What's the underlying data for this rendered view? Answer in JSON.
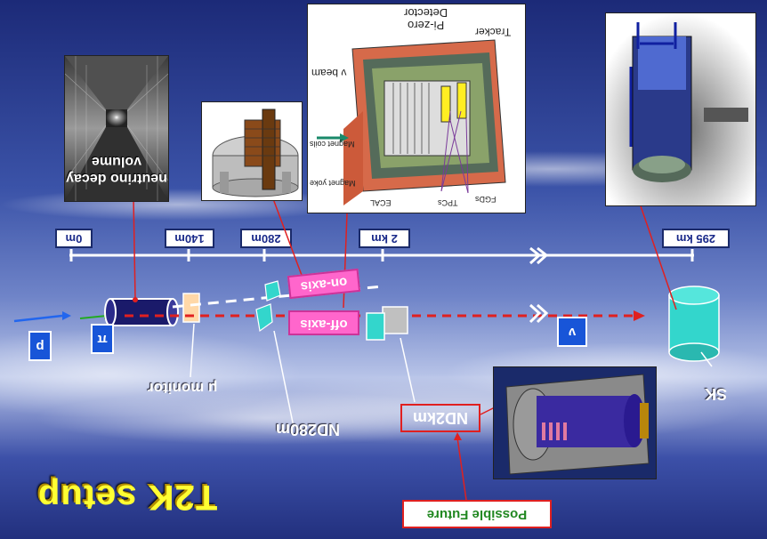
{
  "title": "T2K setup",
  "distances": [
    "0m",
    "140m",
    "280m",
    "2 km",
    "295 km"
  ],
  "beam_labels": {
    "proton": "p",
    "pion": "π",
    "neutrino": "ν"
  },
  "pink_labels": {
    "on_axis": "on-axis",
    "off_axis": "off-axis"
  },
  "component_labels": {
    "mu_monitor": "μ monitor",
    "nd280": "ND280m",
    "nd2km": "ND2km",
    "sk": "SK",
    "possible_future": "Possible Future"
  },
  "photo_captions": {
    "decay_volume_line1": "neutrino decay",
    "decay_volume_line2": "volume"
  },
  "detector_labels": {
    "title_line1": "Pi-zero",
    "title_line2": "Detector",
    "tracker": "Tracker",
    "nu_beam": "ν beam",
    "magnet_coils": "Magnet coils",
    "magnet_yoke": "Magnet yoke",
    "ecal": "ECAL",
    "tpcs": "TPCs",
    "fgds": "FGDs"
  },
  "colors": {
    "background": "#2c3c8c",
    "title": "#ffff33",
    "pink": "#ff66cc",
    "beam_red": "#e02020",
    "cyan": "#33d6cc",
    "blue_box": "#1855d8",
    "green_text": "#228822"
  },
  "icons": [
    "proton-box",
    "pion-box",
    "neutrino-box",
    "super-k-cylinder",
    "double-slash-break"
  ]
}
